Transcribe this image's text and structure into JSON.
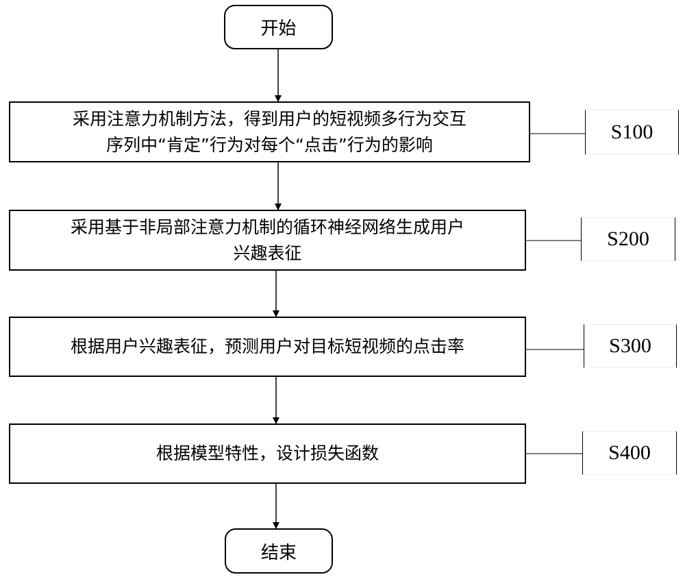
{
  "flow": {
    "start": "开始",
    "end": "结束",
    "steps": [
      {
        "line1": "采用注意力机制方法，得到用户的短视频多行为交互",
        "line2": "序列中“肯定”行为对每个“点击”行为的影响",
        "label": "S100"
      },
      {
        "line1": "采用基于非局部注意力机制的循环神经网络生成用户",
        "line2": "兴趣表征",
        "label": "S200"
      },
      {
        "line1": "根据用户兴趣表征，预测用户对目标短视频的点击率",
        "line2": "",
        "label": "S300"
      },
      {
        "line1": "根据模型特性，设计损失函数",
        "line2": "",
        "label": "S400"
      }
    ]
  }
}
